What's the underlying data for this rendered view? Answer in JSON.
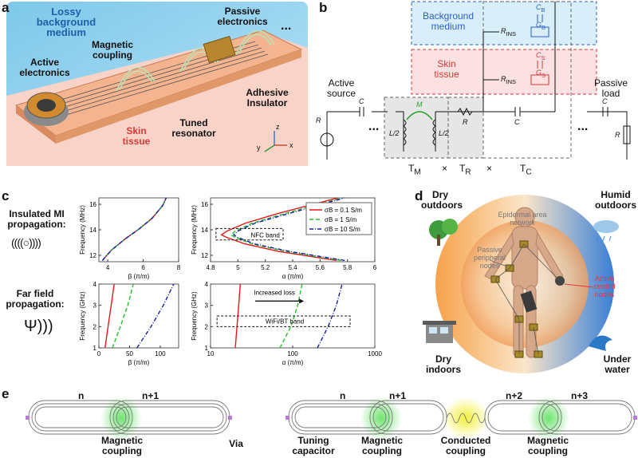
{
  "panel_a": {
    "letter": "a",
    "background": "Lossy background medium",
    "passive": "Passive electronics",
    "magnetic": "Magnetic coupling",
    "active": "Active electronics",
    "insulator": "Adhesive Insulator",
    "resonator": "Tuned resonator",
    "skin": "Skin tissue",
    "ellipsis": "...",
    "axes": {
      "x": "x",
      "y": "y",
      "z": "z"
    }
  },
  "panel_b": {
    "letter": "b",
    "background_medium": "Background medium",
    "skin_tissue": "Skin tissue",
    "active_source": "Active source",
    "passive_load": "Passive load",
    "r_ins": "R",
    "r_ins_sub": "INS",
    "c_b": "C",
    "c_b_sub": "B",
    "g_b": "G",
    "g_b_sub": "B",
    "c_s": "C",
    "c_s_sub": "S",
    "g_s": "G",
    "g_s_sub": "S",
    "r": "R",
    "c": "C",
    "m": "M",
    "l2": "L/2",
    "ellipsis": "...",
    "t_m": "T",
    "t_m_sub": "M",
    "t_r": "T",
    "t_r_sub": "R",
    "t_c": "T",
    "t_c_sub": "C",
    "times": "×"
  },
  "panel_c": {
    "letter": "c",
    "row1_title": "Insulated MI propagation:",
    "row2_title": "Far field propagation:",
    "nfc_band": "NFC band",
    "wifi_band": "WiFi/BT band",
    "increased_loss": "Increased loss",
    "legend": [
      "σB = 0.1 S/m",
      "σB = 1 S/m",
      "σB = 10 S/m"
    ],
    "colors": {
      "s01": "#e8161b",
      "s1": "#22c12e",
      "s10": "#1a1aa8"
    }
  },
  "chart_data": [
    {
      "type": "line",
      "xlabel": "β (π/m)",
      "ylabel": "Frequency (MHz)",
      "xlim": [
        3.5,
        8
      ],
      "ylim": [
        11.5,
        16.5
      ],
      "xticks": [
        "4",
        "6",
        "8"
      ],
      "yticks": [
        "12",
        "14",
        "16"
      ],
      "series": [
        {
          "name": "σB = 0.1 S/m",
          "x": [
            3.7,
            4.2,
            5.0,
            5.8,
            6.5,
            7.1,
            7.3
          ],
          "y": [
            11.6,
            12.4,
            13.3,
            14.1,
            14.9,
            15.9,
            16.5
          ]
        },
        {
          "name": "σB = 1 S/m",
          "x": [
            3.7,
            4.2,
            5.0,
            5.8,
            6.5,
            7.1,
            7.3
          ],
          "y": [
            11.6,
            12.4,
            13.3,
            14.1,
            14.9,
            15.9,
            16.5
          ]
        },
        {
          "name": "σB = 10 S/m",
          "x": [
            3.7,
            4.2,
            5.0,
            5.8,
            6.5,
            7.1,
            7.3
          ],
          "y": [
            11.6,
            12.4,
            13.3,
            14.1,
            14.9,
            15.9,
            16.5
          ]
        }
      ]
    },
    {
      "type": "line",
      "xlabel": "α (π/m)",
      "ylabel": "Frequency (MHz)",
      "xlim": [
        4.8,
        6
      ],
      "ylim": [
        11.5,
        16.5
      ],
      "xticks": [
        "4.8",
        "5",
        "5.2",
        "5.4",
        "5.6",
        "5.8",
        "6"
      ],
      "yticks": [
        "12",
        "14",
        "16"
      ],
      "series": [
        {
          "name": "σB = 0.1 S/m",
          "x": [
            5.72,
            5.3,
            5.05,
            4.92,
            4.88,
            4.92,
            5.05,
            5.3,
            5.73
          ],
          "y": [
            11.6,
            12.3,
            12.9,
            13.4,
            13.6,
            13.9,
            14.5,
            15.3,
            16.5
          ]
        },
        {
          "name": "σB = 1 S/m",
          "x": [
            5.75,
            5.35,
            5.1,
            4.98,
            4.95,
            4.98,
            5.1,
            5.35,
            5.76
          ],
          "y": [
            11.6,
            12.3,
            12.9,
            13.4,
            13.6,
            13.9,
            14.5,
            15.3,
            16.5
          ]
        },
        {
          "name": "σB = 10 S/m",
          "x": [
            5.78,
            5.38,
            5.12,
            5.0,
            4.97,
            5.0,
            5.12,
            5.38,
            5.78
          ],
          "y": [
            11.6,
            12.3,
            12.9,
            13.4,
            13.6,
            13.9,
            14.5,
            15.3,
            16.5
          ]
        }
      ]
    },
    {
      "type": "line",
      "xlabel": "β (π/m)",
      "ylabel": "Frequency (GHz)",
      "xlim": [
        0,
        130
      ],
      "ylim": [
        1,
        4
      ],
      "xticks": [
        "0",
        "50",
        "100"
      ],
      "yticks": [
        "1",
        "2",
        "3",
        "4"
      ],
      "series": [
        {
          "name": "σB = 0.1 S/m",
          "x": [
            10,
            15,
            20,
            25
          ],
          "y": [
            1,
            2,
            3,
            4
          ]
        },
        {
          "name": "σB = 1 S/m",
          "x": [
            22,
            35,
            47,
            56
          ],
          "y": [
            1,
            2,
            3,
            4
          ]
        },
        {
          "name": "σB = 10 S/m",
          "x": [
            62,
            85,
            105,
            122
          ],
          "y": [
            1,
            2,
            3,
            4
          ]
        }
      ]
    },
    {
      "type": "line",
      "xlabel": "α (π/m)",
      "ylabel": "Frequency (GHz)",
      "xlim": [
        10,
        1000
      ],
      "ylim": [
        1,
        4
      ],
      "log_x": true,
      "xticks": [
        "10",
        "100",
        "1000"
      ],
      "yticks": [
        "1",
        "2",
        "3",
        "4"
      ],
      "series": [
        {
          "name": "σB = 0.1 S/m",
          "x": [
            20,
            21,
            22,
            23
          ],
          "y": [
            1,
            2,
            3,
            4
          ]
        },
        {
          "name": "σB = 1 S/m",
          "x": [
            70,
            95,
            115,
            130
          ],
          "y": [
            1,
            2,
            3,
            4
          ]
        },
        {
          "name": "σB = 10 S/m",
          "x": [
            200,
            270,
            340,
            400
          ],
          "y": [
            1,
            2,
            3,
            4
          ]
        }
      ]
    }
  ],
  "panel_d": {
    "letter": "d",
    "dry_outdoors": "Dry outdoors",
    "humid_outdoors": "Humid outdoors",
    "dry_indoors": "Dry indoors",
    "under_water": "Under water",
    "epidermal": "Epidermal area network",
    "passive_nodes": "Passive peripheral nodes",
    "active_nodes": "Active central nodes"
  },
  "panel_e": {
    "letter": "e",
    "n": "n",
    "n1": "n+1",
    "n2": "n+2",
    "n3": "n+3",
    "magnetic_coupling": "Magnetic coupling",
    "via": "Via",
    "tuning_capacitor": "Tuning capacitor",
    "conducted_coupling": "Conducted coupling"
  }
}
